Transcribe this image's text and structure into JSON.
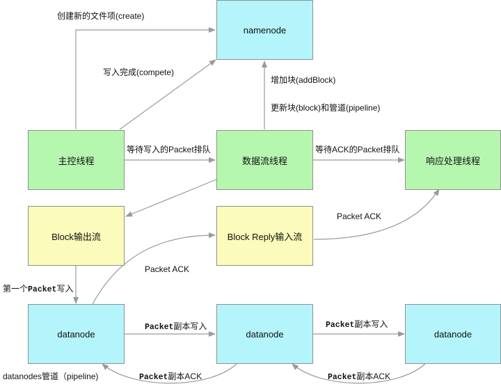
{
  "nodes": {
    "namenode": "namenode",
    "main_thread": "主控线程",
    "data_streamer": "数据流线程",
    "response_processor": "响应处理线程",
    "block_output_stream": "Block输出流",
    "block_reply_stream": "Block Reply输入流",
    "datanode_1": "datanode",
    "datanode_2": "datanode",
    "datanode_3": "datanode"
  },
  "edges": {
    "create": "创建新的文件项(create)",
    "complete": "写入完成(compete)",
    "add_block": "增加块(addBlock)",
    "update_pipeline": "更新块(block)和管道(pipeline)",
    "wait_packet_queue": "等待写入的Packet排队",
    "ack_packet_queue": "等待ACK的Packet排队",
    "packet_ack_to_processor": "Packet ACK",
    "packet_ack_from_datanode": "Packet ACK",
    "first_packet_write_a": "第一个",
    "first_packet_write_b": "Packet",
    "first_packet_write_c": "写入",
    "replica_write_1_a": "Packet",
    "replica_write_1_b": "副本写入",
    "replica_write_2_a": "Packet",
    "replica_write_2_b": "副本写入",
    "replica_ack_1_a": "Packet",
    "replica_ack_1_b": "副本ACK",
    "replica_ack_2_a": "Packet",
    "replica_ack_2_b": "副本ACK",
    "pipeline_label": "datanodes管道（pipeline)"
  },
  "colors": {
    "cyan": "#b3f5fb",
    "green": "#b6f7b0",
    "yellow": "#fbfbbb",
    "border": "#8f8f8f",
    "arrow": "#9a9a9a"
  }
}
